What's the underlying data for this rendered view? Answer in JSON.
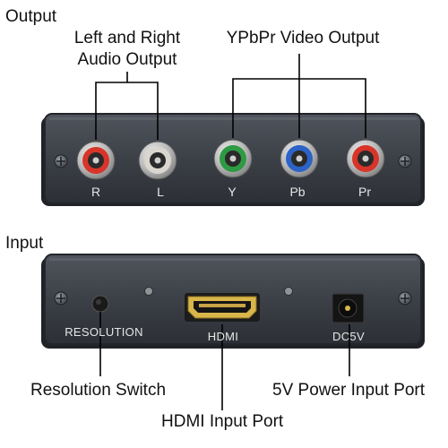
{
  "sections": {
    "output_title": "Output",
    "input_title": "Input"
  },
  "callouts": {
    "audio": "Left and Right\nAudio Output",
    "video": "YPbPr Video Output",
    "resolution": "Resolution Switch",
    "power": "5V Power Input Port",
    "hdmi": "HDMI Input Port"
  },
  "output_panel": {
    "ports": [
      {
        "label": "R",
        "color": "#d8352a"
      },
      {
        "label": "L",
        "color": "#d9d6cd"
      },
      {
        "label": "Y",
        "color": "#2e9a44"
      },
      {
        "label": "Pb",
        "color": "#2b63c6"
      },
      {
        "label": "Pr",
        "color": "#d8352a"
      }
    ]
  },
  "input_panel": {
    "resolution_label": "RESOLUTION",
    "hdmi_label": "HDMI",
    "power_label": "DC5V",
    "hdmi_port_color": "#d9b64a"
  },
  "colors": {
    "panel": "#3b3f46",
    "panel_edge": "#24272c",
    "line": "#000000"
  }
}
